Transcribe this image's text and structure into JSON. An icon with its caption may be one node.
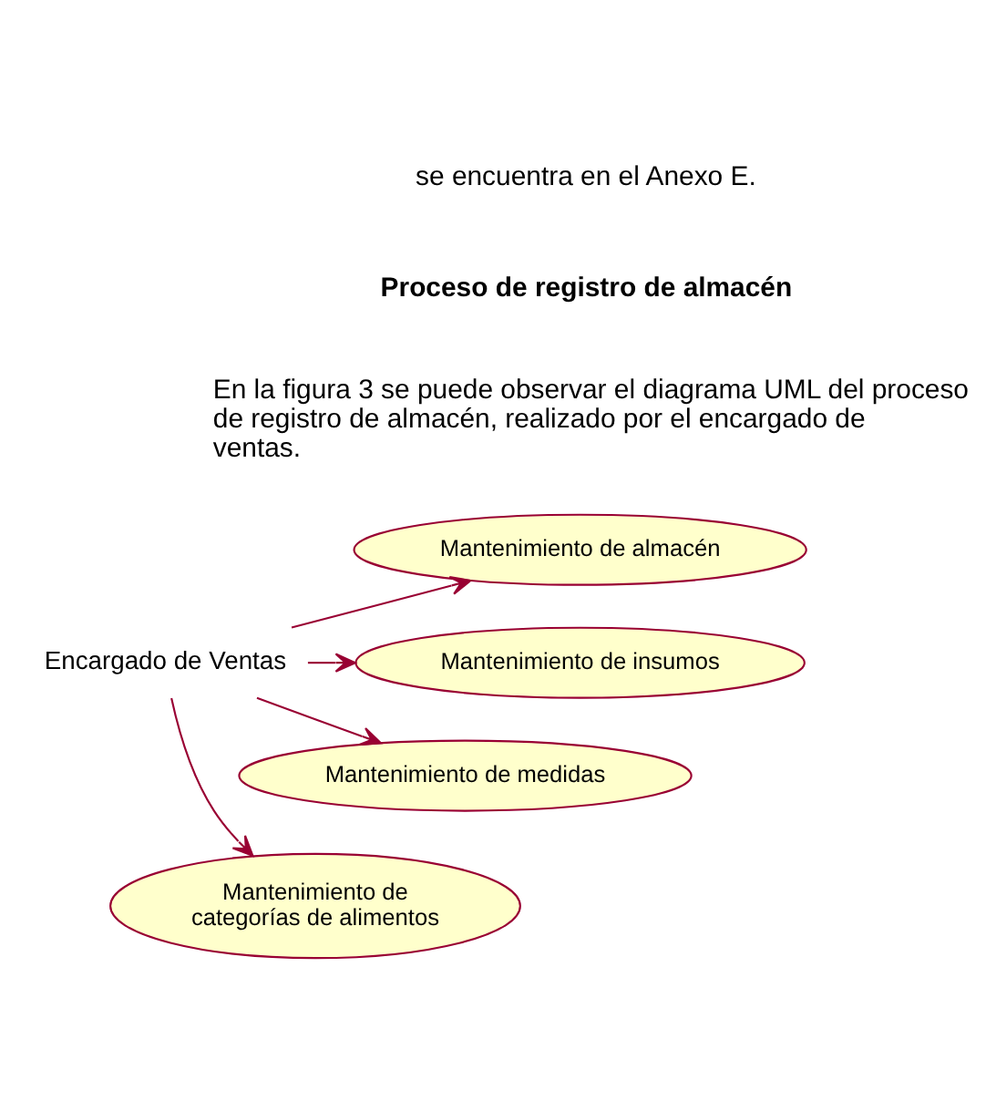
{
  "diagram": {
    "nodes": [
      {
        "text": [
          "Encargado de Ventas"
        ]
      },
      {
        "text": [
          "Mantenimiento de almacén"
        ]
      },
      {
        "text": [
          "Mantenimiento de insumos"
        ]
      },
      {
        "text": [
          "Mantenimiento de medidas"
        ]
      },
      {
        "text": [
          "Mantenimiento de categorías de alimentos"
        ]
      }
    ],
    "edges": [
      {
        "from": 0,
        "to": 1,
        "arrow": "to"
      },
      {
        "from": 0,
        "to": 2,
        "arrow": "to"
      },
      {
        "from": 0,
        "to": 3,
        "arrow": "to"
      },
      {
        "from": 0,
        "to": 4,
        "arrow": "to"
      }
    ],
    "labels": [
      "se encuentra en el Anexo E.",
      "Proceso de registro de almacén",
      "En la figura 3 se puede observar el diagrama UML del proceso de registro de almacén, realizado por el encargado de ventas."
    ]
  }
}
